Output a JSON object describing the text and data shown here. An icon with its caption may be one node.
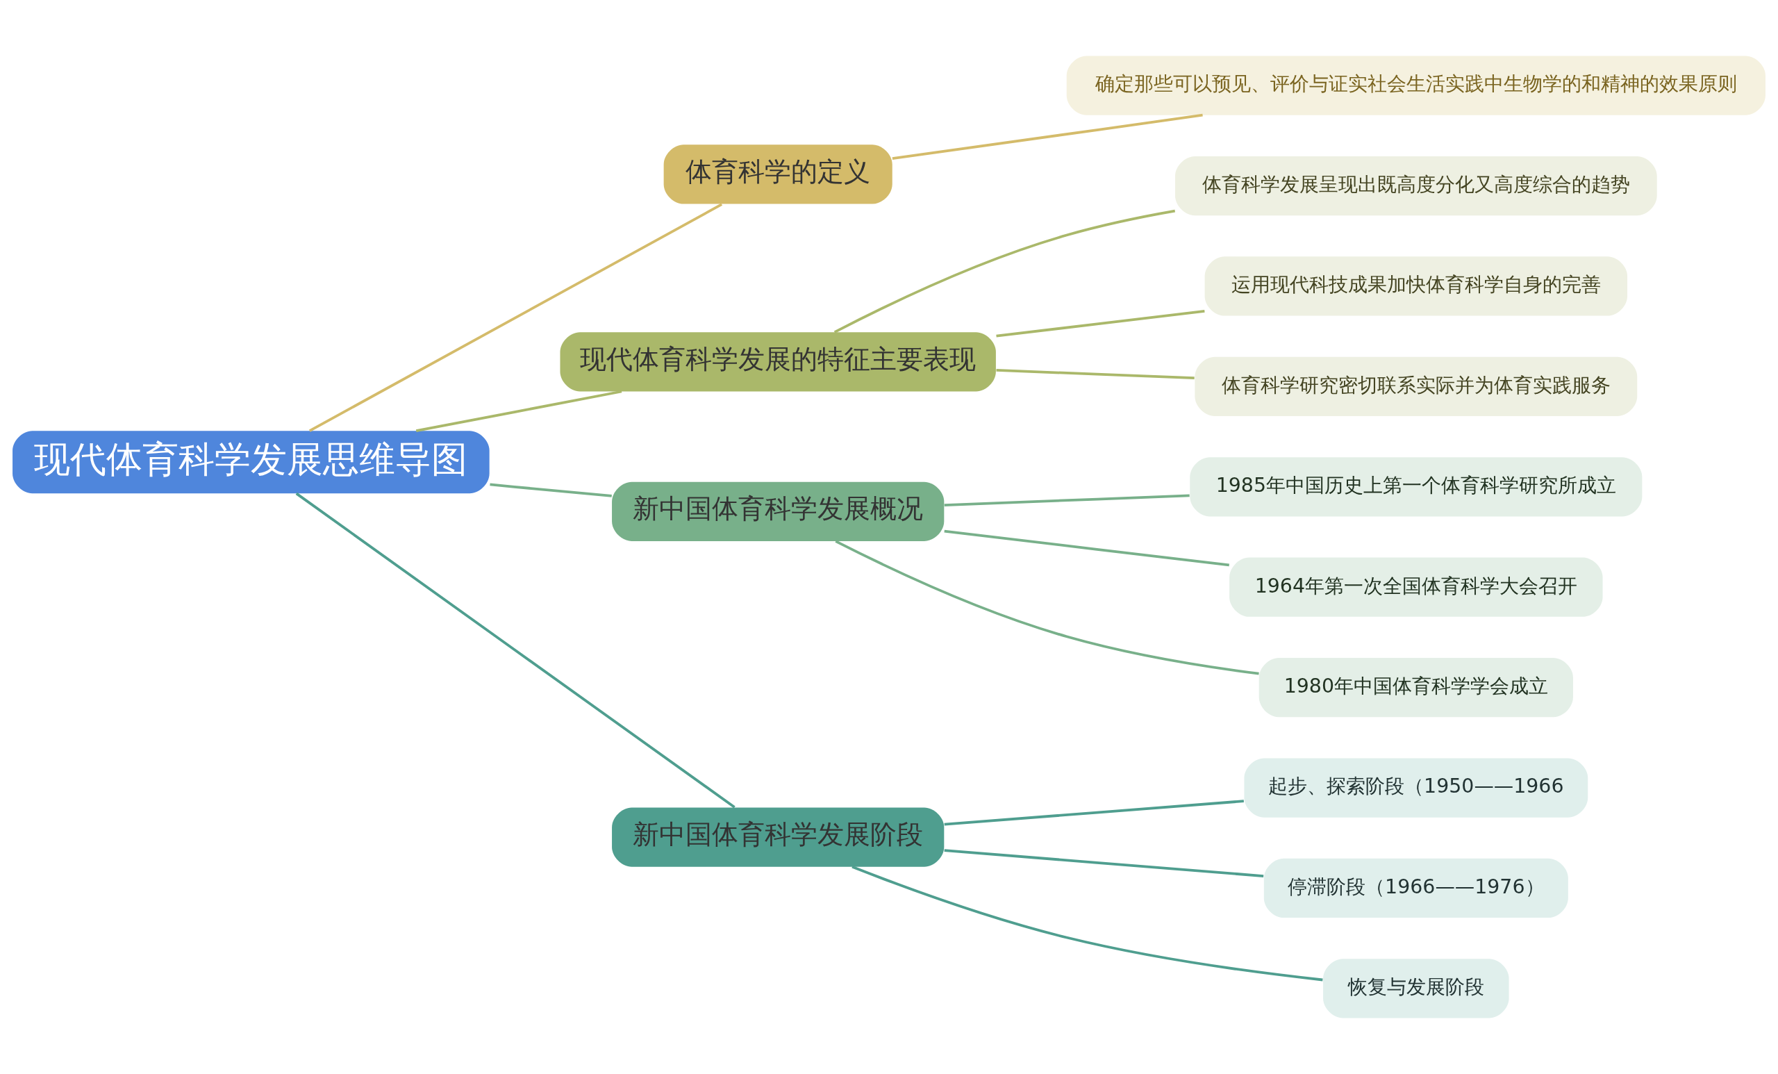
{
  "diagram": {
    "nodes": [
      {
        "text": [
          "现代体育科学发展思维导图"
        ]
      },
      {
        "text": [
          "体育科学的定义"
        ]
      },
      {
        "text": [
          "确定那些可以预见、评价与证实社会生活实践中生物学的和精神的效果原则"
        ]
      },
      {
        "text": [
          "现代体育科学发展的特征主要表现"
        ]
      },
      {
        "text": [
          "体育科学发展呈现出既高度分化又高度综合的趋势"
        ]
      },
      {
        "text": [
          "运用现代科技成果加快体育科学自身的完善"
        ]
      },
      {
        "text": [
          "体育科学研究密切联系实际并为体育实践服务"
        ]
      },
      {
        "text": [
          "新中国体育科学发展概况"
        ]
      },
      {
        "text": [
          "1985年中国历史上第一个体育科学研究所成立"
        ]
      },
      {
        "text": [
          "1964年第一次全国体育科学大会召开"
        ]
      },
      {
        "text": [
          "1980年中国体育科学学会成立"
        ]
      },
      {
        "text": [
          "新中国体育科学发展阶段"
        ]
      },
      {
        "text": [
          "起步、探索阶段（1950——1966"
        ]
      },
      {
        "text": [
          "停滞阶段（1966——1976）"
        ]
      },
      {
        "text": [
          "恢复与发展阶段"
        ]
      }
    ],
    "edges": [
      {
        "from": 0,
        "to": 1,
        "arrow": "none",
        "color": "#d4bb6a"
      },
      {
        "from": 1,
        "to": 2,
        "arrow": "none",
        "color": "#d4bb6a"
      },
      {
        "from": 0,
        "to": 3,
        "arrow": "none",
        "color": "#aab86a"
      },
      {
        "from": 3,
        "to": 4,
        "arrow": "none",
        "color": "#aab86a"
      },
      {
        "from": 3,
        "to": 5,
        "arrow": "none",
        "color": "#aab86a"
      },
      {
        "from": 3,
        "to": 6,
        "arrow": "none",
        "color": "#aab86a"
      },
      {
        "from": 0,
        "to": 7,
        "arrow": "none",
        "color": "#78b08a"
      },
      {
        "from": 7,
        "to": 8,
        "arrow": "none",
        "color": "#78b08a"
      },
      {
        "from": 7,
        "to": 9,
        "arrow": "none",
        "color": "#78b08a"
      },
      {
        "from": 7,
        "to": 10,
        "arrow": "none",
        "color": "#78b08a"
      },
      {
        "from": 0,
        "to": 11,
        "arrow": "none",
        "color": "#4f9e8f"
      },
      {
        "from": 11,
        "to": 12,
        "arrow": "none",
        "color": "#4f9e8f"
      },
      {
        "from": 11,
        "to": 13,
        "arrow": "none",
        "color": "#4f9e8f"
      },
      {
        "from": 11,
        "to": 14,
        "arrow": "none",
        "color": "#4f9e8f"
      }
    ]
  }
}
